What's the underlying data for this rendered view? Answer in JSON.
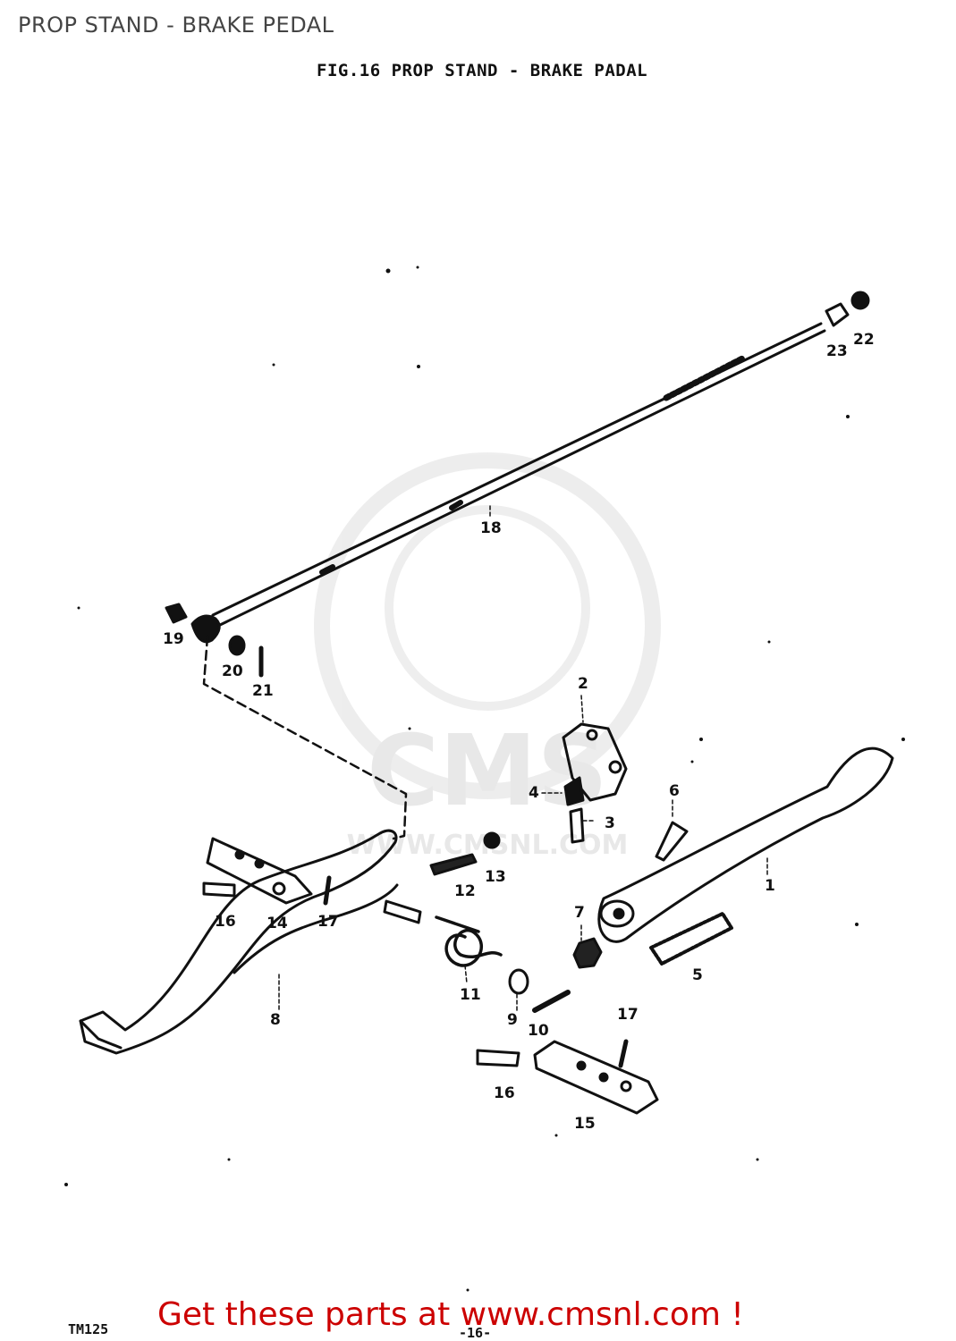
{
  "header": {
    "page_title": "PROP STAND - BRAKE PEDAL"
  },
  "figure": {
    "title": "FIG.16  PROP STAND - BRAKE PADAL",
    "model_code": "TM125",
    "page_number": "-16-"
  },
  "watermark": {
    "brand": "CMS",
    "url": "WWW.CMSNL.COM"
  },
  "callouts": [
    {
      "id": "c1",
      "label": "1"
    },
    {
      "id": "c2",
      "label": "2"
    },
    {
      "id": "c3",
      "label": "3"
    },
    {
      "id": "c4",
      "label": "4"
    },
    {
      "id": "c5",
      "label": "5"
    },
    {
      "id": "c6",
      "label": "6"
    },
    {
      "id": "c7",
      "label": "7"
    },
    {
      "id": "c8",
      "label": "8"
    },
    {
      "id": "c9",
      "label": "9"
    },
    {
      "id": "c10",
      "label": "10"
    },
    {
      "id": "c11",
      "label": "11"
    },
    {
      "id": "c12",
      "label": "12"
    },
    {
      "id": "c13",
      "label": "13"
    },
    {
      "id": "c14",
      "label": "14"
    },
    {
      "id": "c15",
      "label": "15"
    },
    {
      "id": "c16a",
      "label": "16"
    },
    {
      "id": "c16b",
      "label": "16"
    },
    {
      "id": "c17a",
      "label": "17"
    },
    {
      "id": "c17b",
      "label": "17"
    },
    {
      "id": "c18",
      "label": "18"
    },
    {
      "id": "c19",
      "label": "19"
    },
    {
      "id": "c20",
      "label": "20"
    },
    {
      "id": "c21",
      "label": "21"
    },
    {
      "id": "c22",
      "label": "22"
    },
    {
      "id": "c23",
      "label": "23"
    }
  ],
  "footer": {
    "promo": "Get these parts at www.cmsnl.com !"
  }
}
